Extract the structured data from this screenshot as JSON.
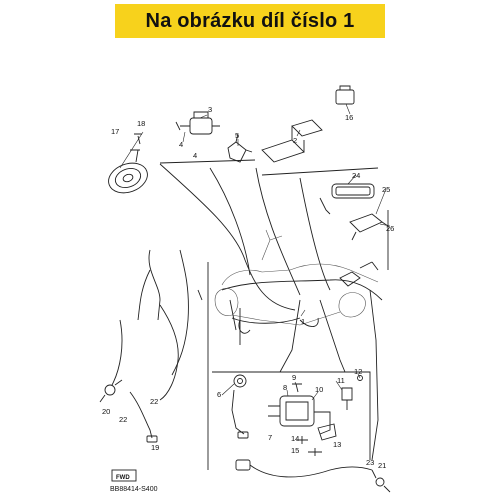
{
  "banner": {
    "text": "Na obrázku díl číslo 1",
    "color": "#f7d21c"
  },
  "diagram_code": "BB88414-S400",
  "fwd_mark": "FWD",
  "callouts": {
    "c1": "1",
    "c2": "2",
    "c3": "3",
    "c4a": "4",
    "c4b": "4",
    "c5": "5",
    "c6": "6",
    "c7": "7",
    "c8": "8",
    "c9": "9",
    "c10": "10",
    "c11": "11",
    "c12": "12",
    "c13": "13",
    "c14": "14",
    "c15": "15",
    "c16": "16",
    "c17": "17",
    "c18": "18",
    "c19": "19",
    "c20": "20",
    "c21": "21",
    "c22a": "22",
    "c22b": "22",
    "c23": "23",
    "c24": "24",
    "c25": "25",
    "c26": "26"
  }
}
